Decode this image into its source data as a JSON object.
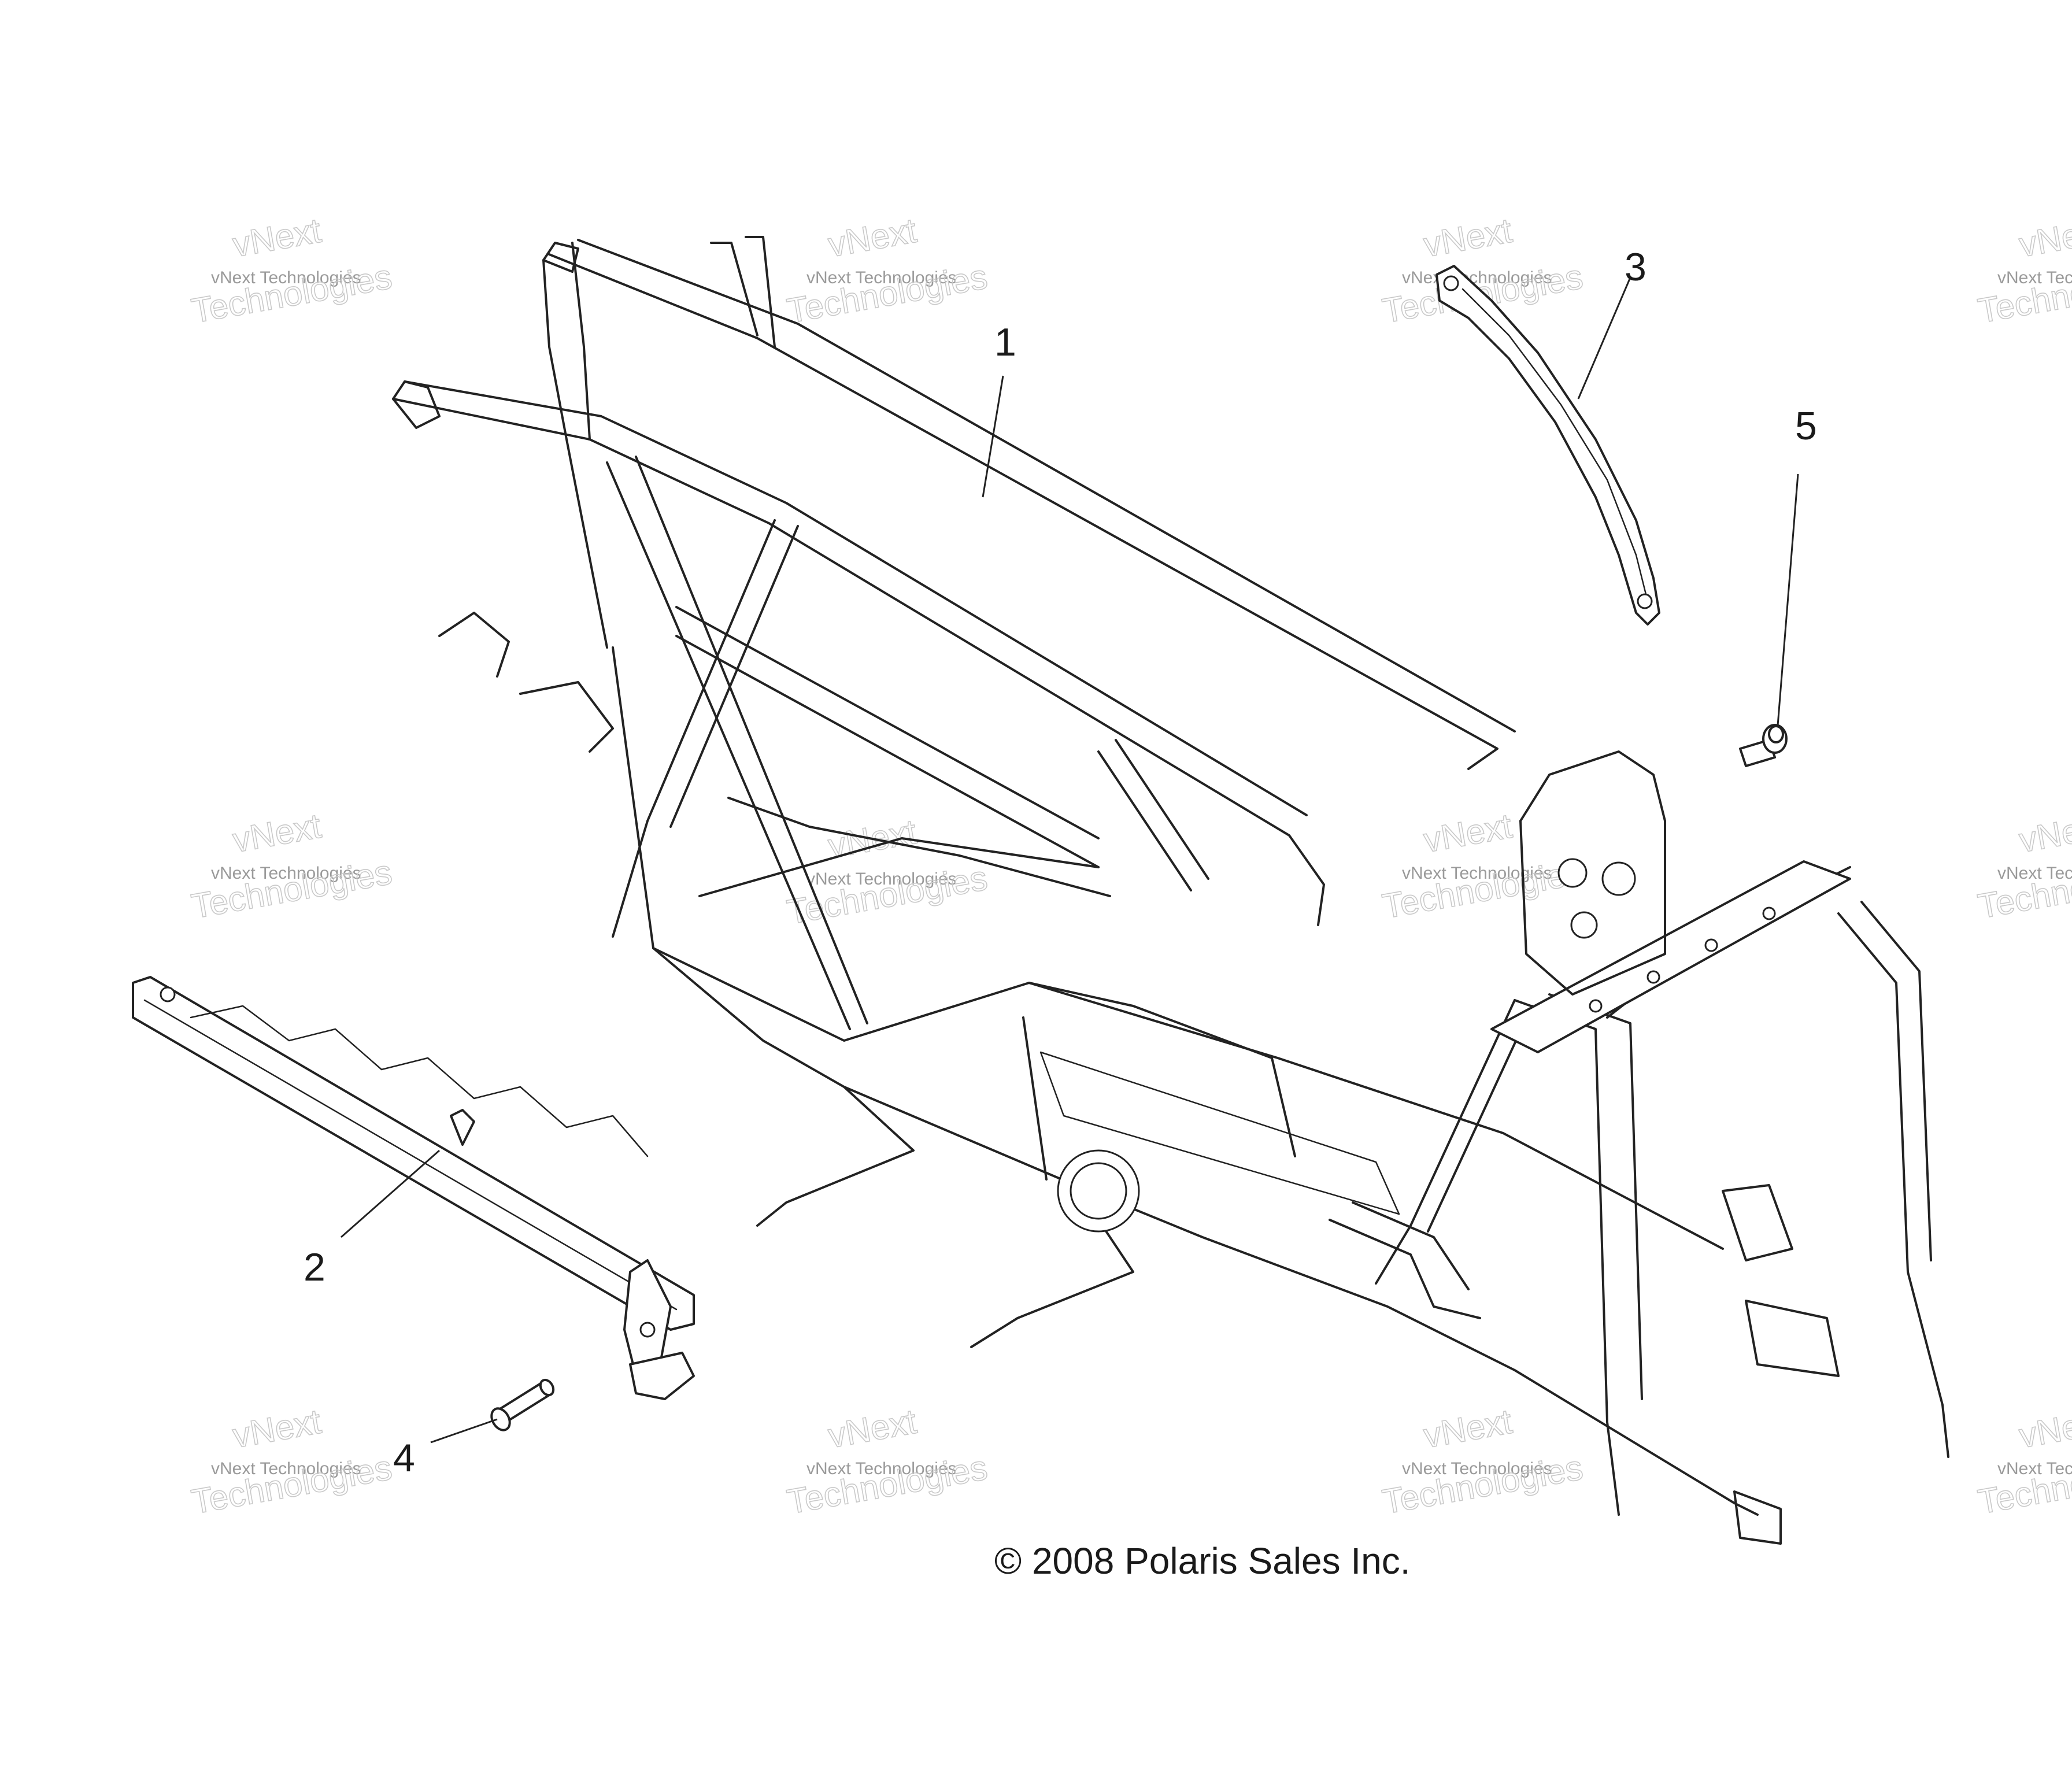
{
  "diagram": {
    "callouts": [
      "1",
      "2",
      "3",
      "4",
      "5"
    ],
    "copyright": "© 2008 Polaris Sales Inc.",
    "watermark": {
      "line1": "vNext",
      "line2": "vNext Technologies",
      "line3": "Technologies"
    }
  }
}
